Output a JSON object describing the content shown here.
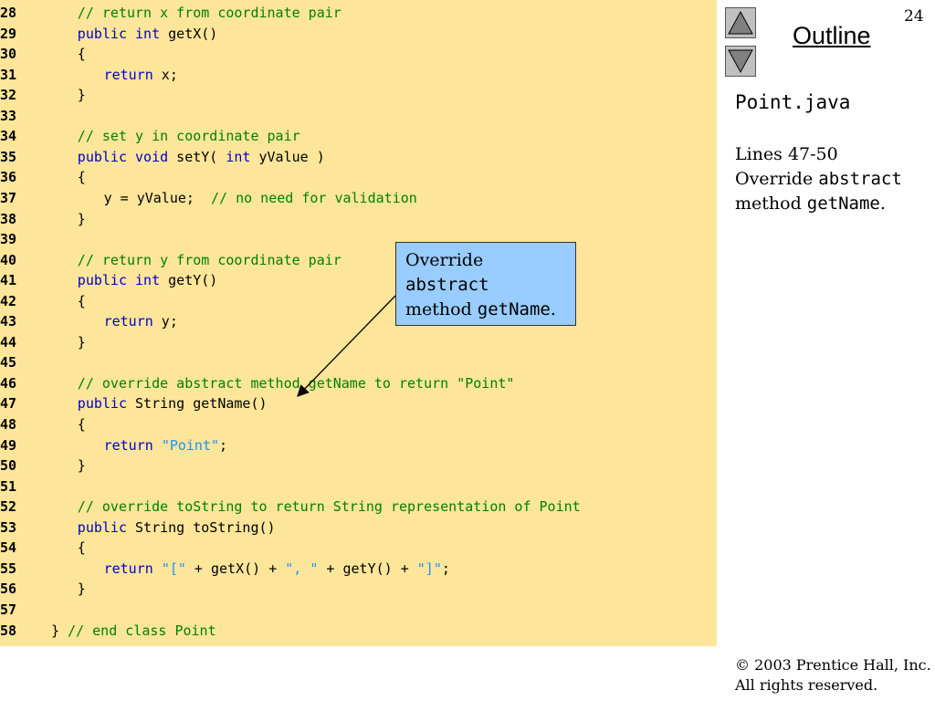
{
  "page_number": "24",
  "outline_label": "Outline",
  "file_name": "Point.java",
  "notes": {
    "line1": "Lines 47-50",
    "line2_prefix": "Override ",
    "line2_code": "abstract",
    "line3_prefix": "method ",
    "line3_code": "getName",
    "line3_suffix": "."
  },
  "callout": {
    "line1": "Override",
    "line2_code": "abstract",
    "line3_prefix": "method ",
    "line3_code": "getName",
    "line3_suffix": "."
  },
  "copyright": {
    "symbol": "©",
    "line1": " 2003 Prentice Hall, Inc.",
    "line2": "All rights reserved."
  },
  "code_lines": [
    {
      "num": "28",
      "indent": 3,
      "tokens": [
        {
          "t": "// return x from coordinate pair",
          "c": "cm"
        }
      ]
    },
    {
      "num": "29",
      "indent": 3,
      "tokens": [
        {
          "t": "public",
          "c": "kw"
        },
        {
          "t": " ",
          "c": "plain"
        },
        {
          "t": "int",
          "c": "kw"
        },
        {
          "t": " getX()",
          "c": "plain"
        }
      ]
    },
    {
      "num": "30",
      "indent": 3,
      "tokens": [
        {
          "t": "{",
          "c": "plain"
        }
      ]
    },
    {
      "num": "31",
      "indent": 6,
      "tokens": [
        {
          "t": "return",
          "c": "kw"
        },
        {
          "t": " x;",
          "c": "plain"
        }
      ]
    },
    {
      "num": "32",
      "indent": 3,
      "tokens": [
        {
          "t": "}",
          "c": "plain"
        }
      ]
    },
    {
      "num": "33",
      "indent": 0,
      "tokens": []
    },
    {
      "num": "34",
      "indent": 3,
      "tokens": [
        {
          "t": "// set y in coordinate pair",
          "c": "cm"
        }
      ]
    },
    {
      "num": "35",
      "indent": 3,
      "tokens": [
        {
          "t": "public",
          "c": "kw"
        },
        {
          "t": " ",
          "c": "plain"
        },
        {
          "t": "void",
          "c": "kw"
        },
        {
          "t": " setY( ",
          "c": "plain"
        },
        {
          "t": "int",
          "c": "kw"
        },
        {
          "t": " yValue )",
          "c": "plain"
        }
      ]
    },
    {
      "num": "36",
      "indent": 3,
      "tokens": [
        {
          "t": "{",
          "c": "plain"
        }
      ]
    },
    {
      "num": "37",
      "indent": 6,
      "tokens": [
        {
          "t": "y = yValue;  ",
          "c": "plain"
        },
        {
          "t": "// no need for validation",
          "c": "cm"
        }
      ]
    },
    {
      "num": "38",
      "indent": 3,
      "tokens": [
        {
          "t": "}",
          "c": "plain"
        }
      ]
    },
    {
      "num": "39",
      "indent": 0,
      "tokens": []
    },
    {
      "num": "40",
      "indent": 3,
      "tokens": [
        {
          "t": "// return y from coordinate pair",
          "c": "cm"
        }
      ]
    },
    {
      "num": "41",
      "indent": 3,
      "tokens": [
        {
          "t": "public",
          "c": "kw"
        },
        {
          "t": " ",
          "c": "plain"
        },
        {
          "t": "int",
          "c": "kw"
        },
        {
          "t": " getY()",
          "c": "plain"
        }
      ]
    },
    {
      "num": "42",
      "indent": 3,
      "tokens": [
        {
          "t": "{",
          "c": "plain"
        }
      ]
    },
    {
      "num": "43",
      "indent": 6,
      "tokens": [
        {
          "t": "return",
          "c": "kw"
        },
        {
          "t": " y;",
          "c": "plain"
        }
      ]
    },
    {
      "num": "44",
      "indent": 3,
      "tokens": [
        {
          "t": "}",
          "c": "plain"
        }
      ]
    },
    {
      "num": "45",
      "indent": 0,
      "tokens": []
    },
    {
      "num": "46",
      "indent": 3,
      "tokens": [
        {
          "t": "// override abstract method getName to return \"Point\"",
          "c": "cm"
        }
      ]
    },
    {
      "num": "47",
      "indent": 3,
      "tokens": [
        {
          "t": "public",
          "c": "kw"
        },
        {
          "t": " String getName()",
          "c": "plain"
        }
      ]
    },
    {
      "num": "48",
      "indent": 3,
      "tokens": [
        {
          "t": "{",
          "c": "plain"
        }
      ]
    },
    {
      "num": "49",
      "indent": 6,
      "tokens": [
        {
          "t": "return",
          "c": "kw"
        },
        {
          "t": " ",
          "c": "plain"
        },
        {
          "t": "\"Point\"",
          "c": "str"
        },
        {
          "t": ";",
          "c": "plain"
        }
      ]
    },
    {
      "num": "50",
      "indent": 3,
      "tokens": [
        {
          "t": "}",
          "c": "plain"
        }
      ]
    },
    {
      "num": "51",
      "indent": 0,
      "tokens": []
    },
    {
      "num": "52",
      "indent": 3,
      "tokens": [
        {
          "t": "// override toString to return String representation of Point",
          "c": "cm"
        }
      ]
    },
    {
      "num": "53",
      "indent": 3,
      "tokens": [
        {
          "t": "public",
          "c": "kw"
        },
        {
          "t": " String toString()",
          "c": "plain"
        }
      ]
    },
    {
      "num": "54",
      "indent": 3,
      "tokens": [
        {
          "t": "{",
          "c": "plain"
        }
      ]
    },
    {
      "num": "55",
      "indent": 6,
      "tokens": [
        {
          "t": "return",
          "c": "kw"
        },
        {
          "t": " ",
          "c": "plain"
        },
        {
          "t": "\"[\"",
          "c": "str"
        },
        {
          "t": " + getX() + ",
          "c": "plain"
        },
        {
          "t": "\", \"",
          "c": "str"
        },
        {
          "t": " + getY() + ",
          "c": "plain"
        },
        {
          "t": "\"]\"",
          "c": "str"
        },
        {
          "t": ";",
          "c": "plain"
        }
      ]
    },
    {
      "num": "56",
      "indent": 3,
      "tokens": [
        {
          "t": "}",
          "c": "plain"
        }
      ]
    },
    {
      "num": "57",
      "indent": 0,
      "tokens": []
    },
    {
      "num": "58",
      "indent": 0,
      "tokens": [
        {
          "t": "} ",
          "c": "plain"
        },
        {
          "t": "// end class Point",
          "c": "cm"
        }
      ]
    }
  ],
  "colors": {
    "code_background": "#fde59a",
    "keyword": "#0000cc",
    "comment": "#008000",
    "string": "#1e90ff",
    "callout_background": "#99ccff"
  },
  "icons": {
    "nav_up": "triangle-up-icon",
    "nav_down": "triangle-down-icon"
  }
}
